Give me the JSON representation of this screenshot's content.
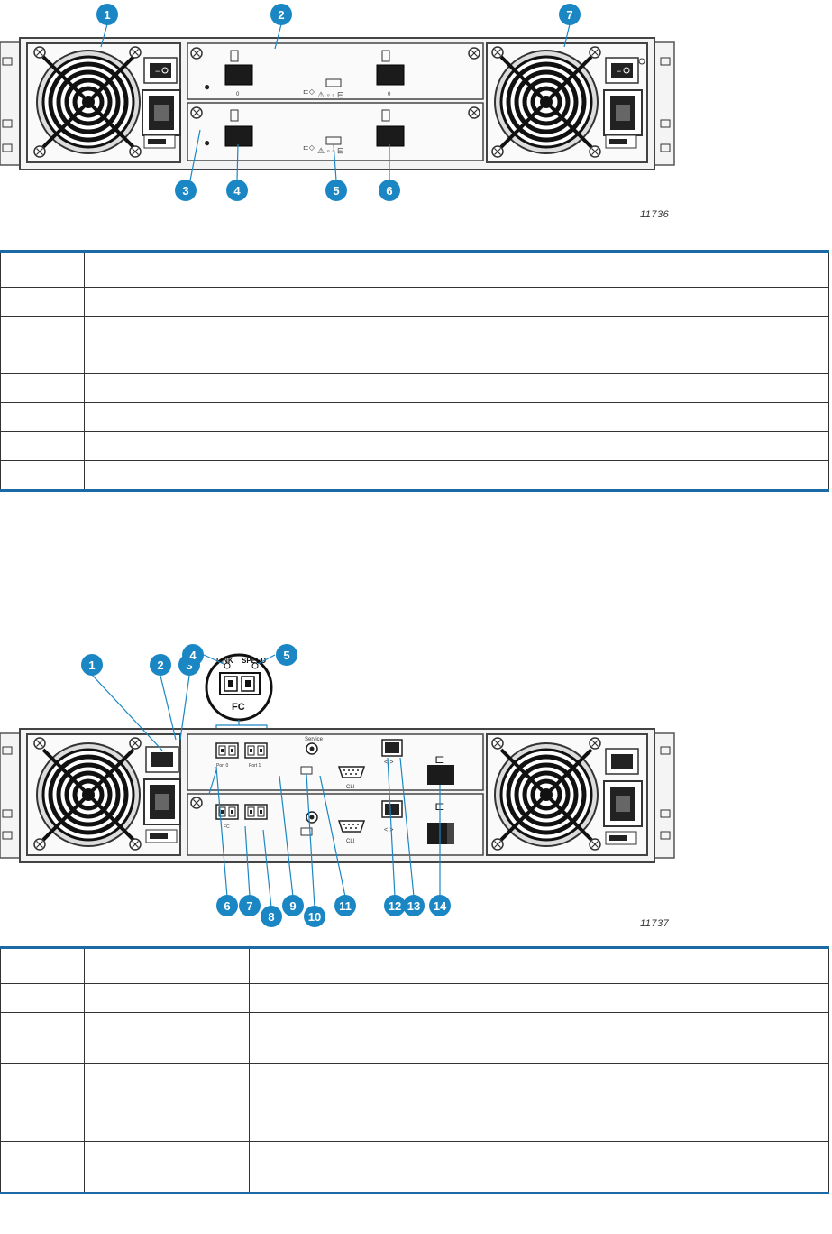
{
  "figure1": {
    "id": "11736",
    "callouts": [
      "1",
      "2",
      "7",
      "3",
      "4",
      "5",
      "6"
    ]
  },
  "table1": {
    "rows": 7,
    "header": [
      "",
      ""
    ]
  },
  "figure2": {
    "id": "11737",
    "callouts": [
      "1",
      "2",
      "3",
      "4",
      "5",
      "6",
      "7",
      "8",
      "9",
      "10",
      "11",
      "12",
      "13",
      "14"
    ],
    "labels": {
      "link": "LINK",
      "speed": "SPEED",
      "fc": "FC",
      "service": "Service",
      "cli": "CLI",
      "port0": "Port 0",
      "port1": "Port 1",
      "fc_small": "FC"
    }
  },
  "table2": {
    "rows": 4,
    "header": [
      "",
      "",
      ""
    ]
  },
  "colors": {
    "callout": "#1a87c4",
    "rule": "#1a6aa6",
    "chassis": "#f2f2f2",
    "fan": "#222222"
  },
  "icons": [
    "fan-icon",
    "power-switch-icon",
    "power-inlet-icon",
    "screw-icon",
    "port-icon",
    "serial-port-icon",
    "ethernet-port-icon"
  ]
}
